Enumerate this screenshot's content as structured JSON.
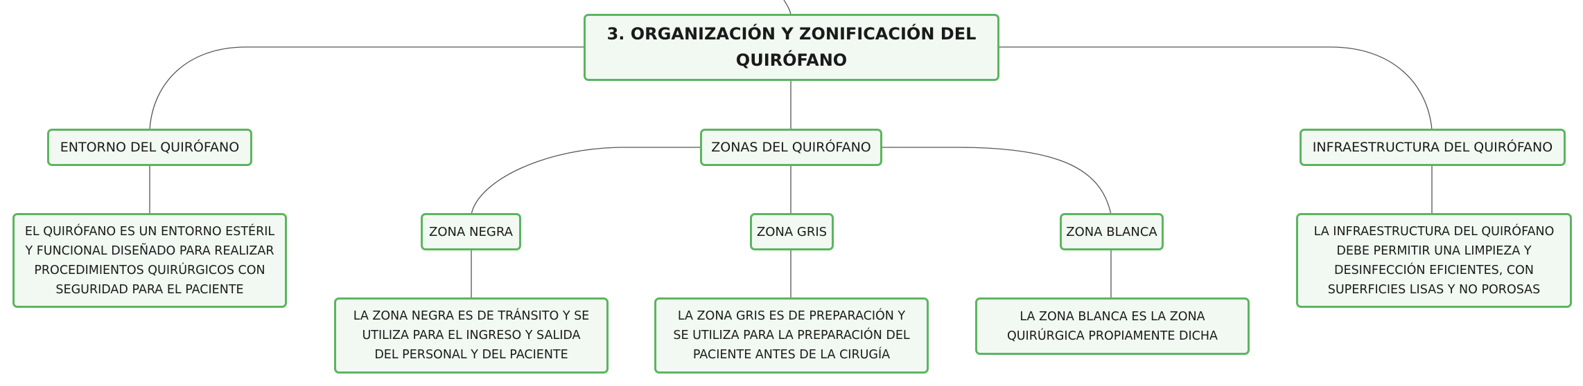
{
  "colors": {
    "border": "#5bb55e",
    "fill": "#f1f9f2",
    "connector": "#555555",
    "text": "#1a1a1a"
  },
  "root": {
    "title": "3. ORGANIZACIÓN Y ZONIFICACIÓN DEL QUIRÓFANO"
  },
  "entorno": {
    "title": "ENTORNO DEL QUIRÓFANO",
    "description": "EL QUIRÓFANO ES UN ENTORNO ESTÉRIL Y FUNCIONAL DISEÑADO PARA REALIZAR PROCEDIMIENTOS QUIRÚRGICOS CON SEGURIDAD PARA EL PACIENTE"
  },
  "zonas": {
    "title": "ZONAS DEL QUIRÓFANO",
    "negra": {
      "title": "ZONA NEGRA",
      "description": "LA ZONA NEGRA ES DE TRÁNSITO Y SE UTILIZA PARA EL INGRESO Y SALIDA DEL PERSONAL Y DEL PACIENTE"
    },
    "gris": {
      "title": "ZONA GRIS",
      "description": "LA ZONA GRIS ES DE PREPARACIÓN Y SE UTILIZA PARA LA PREPARACIÓN DEL PACIENTE ANTES DE LA CIRUGÍA"
    },
    "blanca": {
      "title": "ZONA BLANCA",
      "description": "LA ZONA BLANCA ES LA ZONA QUIRÚRGICA PROPIAMENTE DICHA"
    }
  },
  "infraestructura": {
    "title": "INFRAESTRUCTURA DEL QUIRÓFANO",
    "description": "LA INFRAESTRUCTURA DEL QUIRÓFANO DEBE PERMITIR UNA LIMPIEZA Y DESINFECCIÓN EFICIENTES, CON SUPERFICIES LISAS Y NO POROSAS"
  }
}
